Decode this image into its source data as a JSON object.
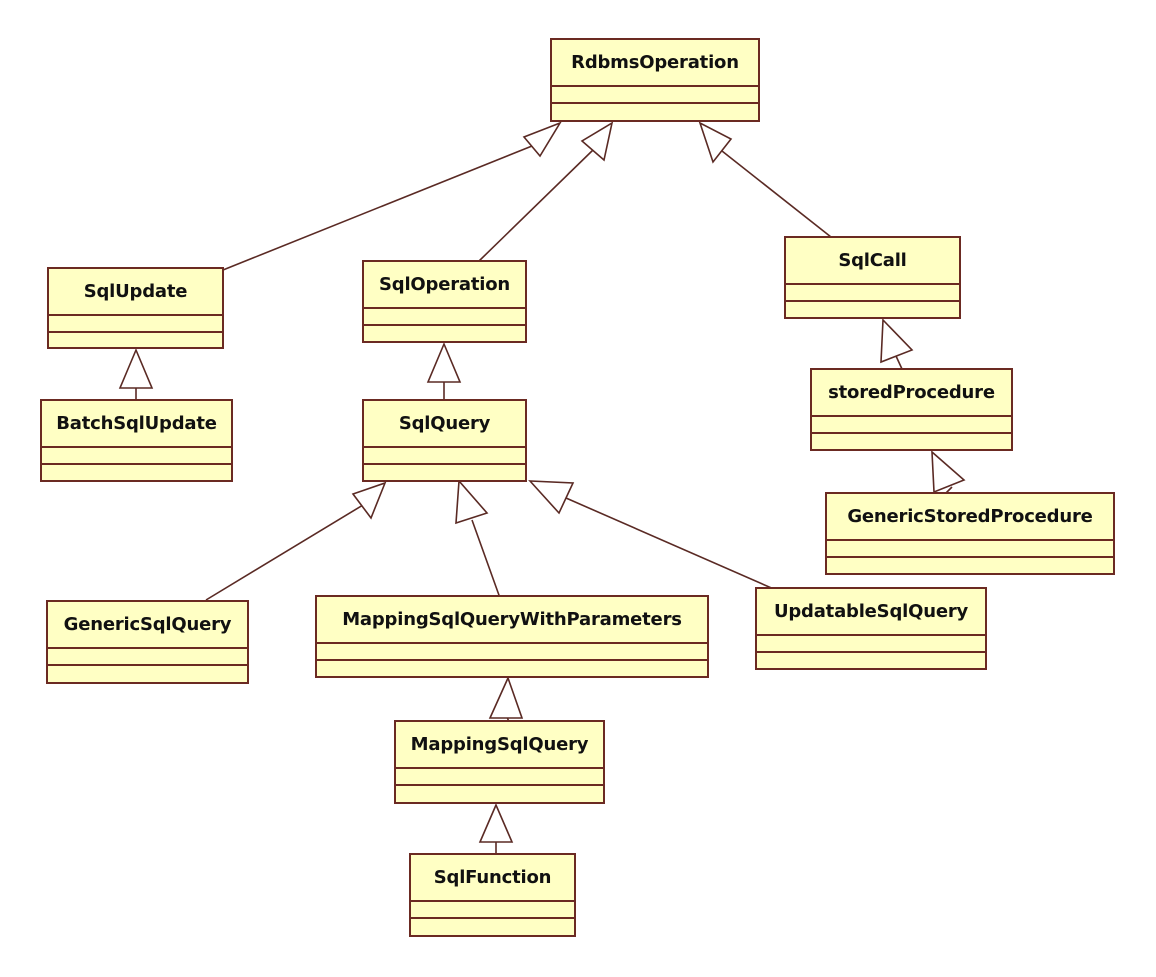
{
  "diagram": {
    "classes": {
      "rdbms_operation": "RdbmsOperation",
      "sql_update": "SqlUpdate",
      "sql_operation": "SqlOperation",
      "sql_call": "SqlCall",
      "batch_sql_update": "BatchSqlUpdate",
      "sql_query": "SqlQuery",
      "stored_procedure": "storedProcedure",
      "generic_stored_procedure": "GenericStoredProcedure",
      "generic_sql_query": "GenericSqlQuery",
      "mapping_sql_query_with_parameters": "MappingSqlQueryWithParameters",
      "updatable_sql_query": "UpdatableSqlQuery",
      "mapping_sql_query": "MappingSqlQuery",
      "sql_function": "SqlFunction"
    },
    "relations": [
      {
        "child": "SqlUpdate",
        "parent": "RdbmsOperation",
        "type": "generalization"
      },
      {
        "child": "SqlOperation",
        "parent": "RdbmsOperation",
        "type": "generalization"
      },
      {
        "child": "SqlCall",
        "parent": "RdbmsOperation",
        "type": "generalization"
      },
      {
        "child": "BatchSqlUpdate",
        "parent": "SqlUpdate",
        "type": "generalization"
      },
      {
        "child": "SqlQuery",
        "parent": "SqlOperation",
        "type": "generalization"
      },
      {
        "child": "storedProcedure",
        "parent": "SqlCall",
        "type": "generalization"
      },
      {
        "child": "GenericStoredProcedure",
        "parent": "storedProcedure",
        "type": "generalization"
      },
      {
        "child": "GenericSqlQuery",
        "parent": "SqlQuery",
        "type": "generalization"
      },
      {
        "child": "MappingSqlQueryWithParameters",
        "parent": "SqlQuery",
        "type": "generalization"
      },
      {
        "child": "UpdatableSqlQuery",
        "parent": "SqlQuery",
        "type": "generalization"
      },
      {
        "child": "MappingSqlQuery",
        "parent": "MappingSqlQueryWithParameters",
        "type": "generalization"
      },
      {
        "child": "SqlFunction",
        "parent": "MappingSqlQuery",
        "type": "generalization"
      }
    ],
    "colors": {
      "class_fill": "#ffffc4",
      "class_border": "#6b2a22",
      "connector": "#5a2a24",
      "text": "#111111"
    }
  }
}
